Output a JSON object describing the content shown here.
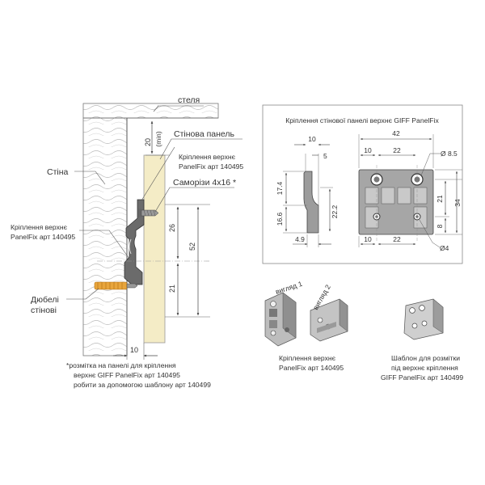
{
  "left": {
    "ceiling": "стеля",
    "min_gap": "20",
    "min": "(min)",
    "wall_panel": "Стінова панель",
    "top_fixing": [
      "Кріплення верхнє",
      "PanelFix арт 140495"
    ],
    "screws": "Саморізи 4х16 *",
    "wall": "Стіна",
    "panel_fixing": [
      "Кріплення верхнє",
      "PanelFix арт 140495"
    ],
    "dowels": [
      "Дюбелі",
      "стінові"
    ],
    "dims": {
      "d26": "26",
      "d52": "52",
      "d21": "21",
      "d10": "10"
    },
    "footnote": [
      "*розмітка на панелі для кріплення",
      "верхнє GIFF PanelFix арт 140495",
      "робити за допомогою шаблону арт 140499"
    ]
  },
  "detail": {
    "title": "Кріплення стінової панелі верхнє GIFF PanelFix",
    "dims": {
      "d10a": "10",
      "d5": "5",
      "d42": "42",
      "d10b": "10",
      "d22a": "22",
      "d8_5": "Ø 8.5",
      "d17_4": "17.4",
      "d16_6": "16.6",
      "d22_2": "22.2",
      "d21": "21",
      "d34": "34",
      "d8": "8",
      "d4_9": "4.9",
      "d10c": "10",
      "d22b": "22",
      "d4": "Ø4"
    }
  },
  "products": {
    "view1": "вигляд 1",
    "view2": "вигляд 2",
    "fixing_caption": [
      "Кріплення верхнє",
      "PanelFix арт 140495"
    ],
    "template_caption": [
      "Шаблон для розмітки",
      "під верхнє кріплення",
      "GIFF PanelFix арт 140499"
    ]
  },
  "colors": {
    "panel": "#f4ecc6",
    "dowel": "#e8a53c",
    "line": "#555555"
  }
}
